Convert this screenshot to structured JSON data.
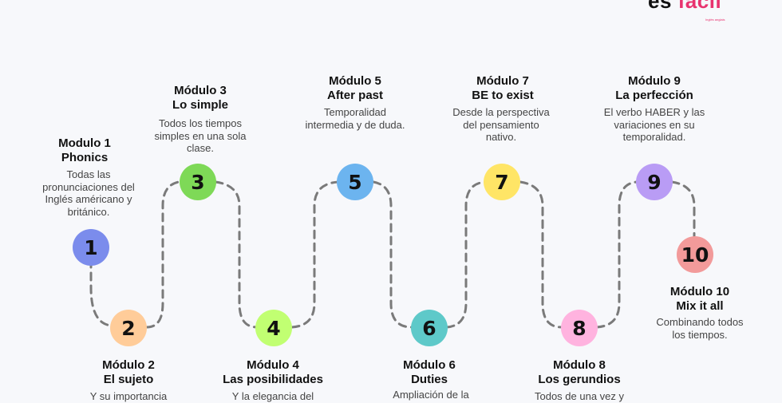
{
  "brand": {
    "text": "es fácil",
    "sub": "Inglés anglais"
  },
  "colors": {
    "path": "#7a7a7a",
    "m1": "#7b8cec",
    "m2": "#ffcc99",
    "m3": "#7ed957",
    "m4": "#c1ff72",
    "m5": "#6cb4ef",
    "m6": "#5ec9c9",
    "m7": "#ffe566",
    "m8": "#ffb3df",
    "m9": "#b99cf5",
    "m10": "#f29a9a"
  },
  "modules": [
    {
      "num": "1",
      "title1": "Modulo 1",
      "title2": "Phonics",
      "desc": "Todas las pronunciaciones del Inglés américano y británico."
    },
    {
      "num": "2",
      "title1": "Módulo 2",
      "title2": "El sujeto",
      "desc": "Y su importancia"
    },
    {
      "num": "3",
      "title1": "Módulo 3",
      "title2": "Lo simple",
      "desc": "Todos los tiempos simples en una sola clase."
    },
    {
      "num": "4",
      "title1": "Módulo 4",
      "title2": "Las posibilidades",
      "desc": "Y la elegancia del"
    },
    {
      "num": "5",
      "title1": "Módulo 5",
      "title2": "After past",
      "desc": "Temporalidad intermedia y de duda."
    },
    {
      "num": "6",
      "title1": "Módulo 6",
      "title2": "Duties",
      "desc": "Ampliación de la"
    },
    {
      "num": "7",
      "title1": "Módulo 7",
      "title2": "BE to exist",
      "desc": "Desde la perspectiva del pensamiento nativo."
    },
    {
      "num": "8",
      "title1": "Módulo 8",
      "title2": "Los gerundios",
      "desc": "Todos de una vez y"
    },
    {
      "num": "9",
      "title1": "Módulo 9",
      "title2": "La perfección",
      "desc": "El verbo HABER y las variaciones en su temporalidad."
    },
    {
      "num": "10",
      "title1": "Módulo 10",
      "title2": "Mix it all",
      "desc": "Combinando todos los tiempos."
    }
  ]
}
